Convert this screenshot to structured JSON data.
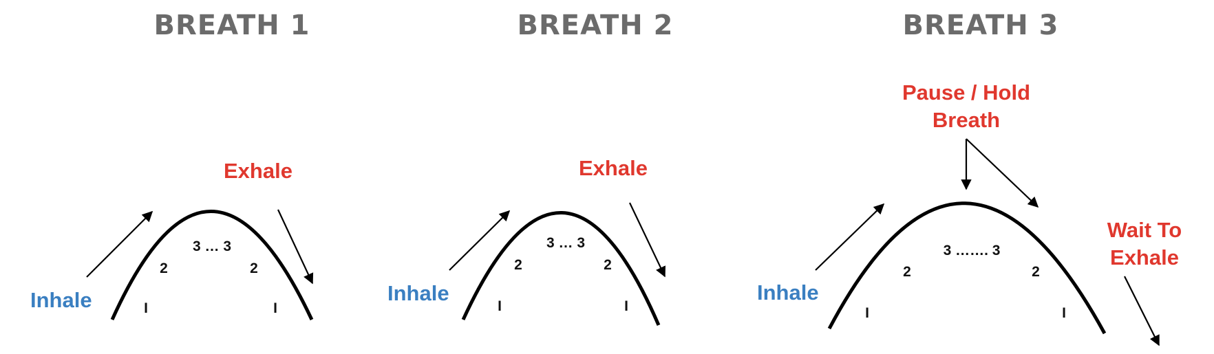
{
  "colors": {
    "inhale": "#3a7fc1",
    "exhale": "#e0382e",
    "title": "#6b6b6b"
  },
  "breaths": [
    {
      "title": "BREATH 1",
      "inhale": "Inhale",
      "exhale": "Exhale",
      "counts": {
        "low_left": "I",
        "mid_left": "2",
        "top": "3 … 3",
        "mid_right": "2",
        "low_right": "I"
      }
    },
    {
      "title": "BREATH 2",
      "inhale": "Inhale",
      "exhale": "Exhale",
      "counts": {
        "low_left": "I",
        "mid_left": "2",
        "top": "3 … 3",
        "mid_right": "2",
        "low_right": "I"
      }
    },
    {
      "title": "BREATH 3",
      "inhale": "Inhale",
      "pause_line1": "Pause / Hold",
      "pause_line2": "Breath",
      "wait_line1": "Wait To",
      "wait_line2": "Exhale",
      "counts": {
        "low_left": "I",
        "mid_left": "2",
        "top": "3 ……. 3",
        "mid_right": "2",
        "low_right": "I"
      }
    }
  ]
}
